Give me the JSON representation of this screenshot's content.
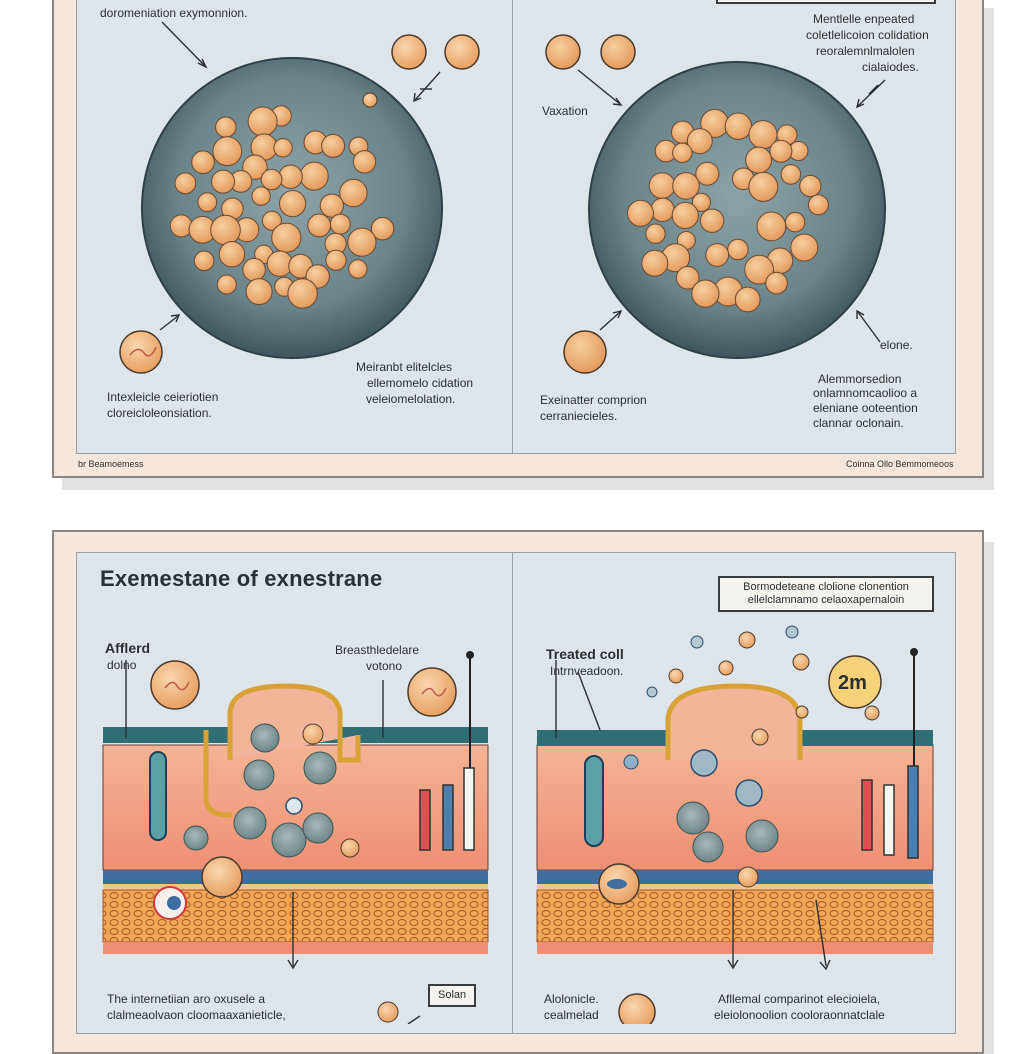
{
  "top_panel": {
    "left": {
      "caption_top": "doromeniation exymonnion.",
      "label_lower_left_1": "Intexleicle ceieriotien",
      "label_lower_left_2": "cloreicloleonsiation.",
      "label_lower_right_1": "Meiranbt elitelcles",
      "label_lower_right_2": "ellemomelo cidation",
      "label_lower_right_3": "veleiomelolation."
    },
    "right": {
      "box_label": "",
      "caption_top_1": "Mentlelle enpeated",
      "caption_top_2": "coletlelicoion colidation",
      "caption_top_3": "reoralemnlmalolen",
      "caption_top_4": "cialaiodes.",
      "label_left": "Vaxation",
      "label_right": "elone.",
      "label_lower_left_1": "Exeinatter comprion",
      "label_lower_left_2": "cerraniecieles.",
      "label_lower_right_1": "Alemmorsedion",
      "label_lower_right_2": "onlamnomcaolioo a",
      "label_lower_right_3": "eleniane ooteention",
      "label_lower_right_4": "clannar oclonain."
    },
    "footer_left": "br Beamoemess",
    "footer_right": "Coinna Ollo Bemmomeoos"
  },
  "bottom_panel": {
    "title": "Exemestane of exnestrane",
    "left": {
      "label_affected_1": "Afflerd",
      "label_affected_2": "dolno",
      "label_top_right_1": "Breasthledelare",
      "label_top_right_2": "votono",
      "caption_bottom_1": "The internetiian aro oxusele a",
      "caption_bottom_2": "clalmeaolvaon cloomaaxanieticle,",
      "box_label": "Solan"
    },
    "right": {
      "box_label_1": "Bormodeteane clolione clonention",
      "box_label_2": "ellelclamnamo celaoxapernaloin",
      "label_treated_1": "Treated coll",
      "label_treated_2": "Intrnveadoon.",
      "badge": "2m",
      "caption_bottom_left_1": "Alolonicle.",
      "caption_bottom_left_2": "cealmelad",
      "caption_bottom_right_1": "Afllemal comparinot elecioiela,",
      "caption_bottom_right_2": "eleiolonoolion cooloraonnatclale"
    }
  },
  "colors": {
    "card_bg": "#f6e7dc",
    "pane_bg": "#dde5ea",
    "cell_orange": "#f0b47c",
    "tissue_pink": "#f2a48a",
    "membrane_blue": "#3f6e9e",
    "dish_dark": "#4e6a70"
  }
}
